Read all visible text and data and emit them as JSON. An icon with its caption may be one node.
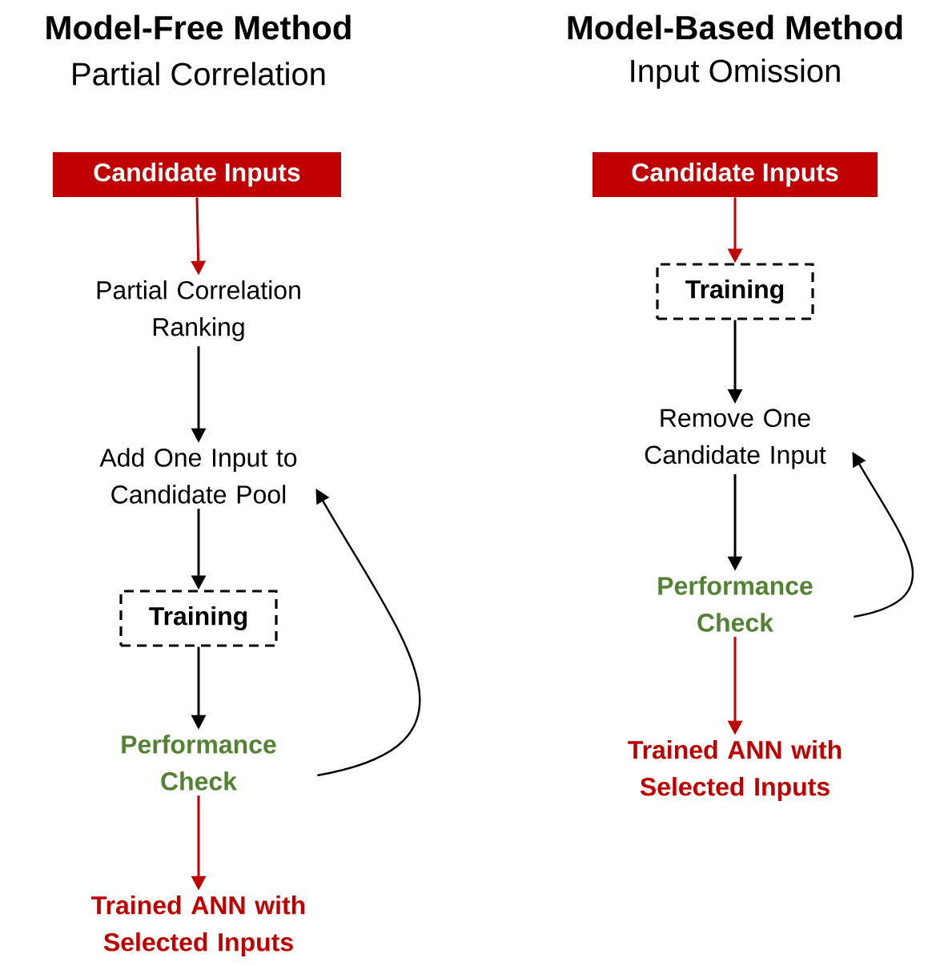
{
  "diagram": {
    "labels": [
      "Model-Free Method",
      "Partial Correlation",
      "Model-Based Method",
      "Input Omission"
    ],
    "nodes": [
      {
        "text": [
          "Candidate Inputs"
        ]
      },
      {
        "text": [
          "Partial Correlation Ranking"
        ]
      },
      {
        "text": [
          "Add One Input to Candidate Pool"
        ]
      },
      {
        "text": [
          "Training"
        ]
      },
      {
        "text": [
          "Performance Check"
        ]
      },
      {
        "text": [
          "Trained ANN with Selected Inputs"
        ]
      },
      {
        "text": [
          "Candidate Inputs"
        ]
      },
      {
        "text": [
          "Training"
        ]
      },
      {
        "text": [
          "Remove One Candidate Input"
        ]
      },
      {
        "text": [
          "Performance Check"
        ]
      },
      {
        "text": [
          "Trained ANN with Selected Inputs"
        ]
      }
    ],
    "edges": [
      {
        "from": 0,
        "to": 1,
        "arrow": "to",
        "color": "#c00000"
      },
      {
        "from": 1,
        "to": 2,
        "arrow": "to"
      },
      {
        "from": 2,
        "to": 3,
        "arrow": "to"
      },
      {
        "from": 3,
        "to": 4,
        "arrow": "to"
      },
      {
        "from": 4,
        "to": 2,
        "arrow": "to"
      },
      {
        "from": 4,
        "to": 5,
        "arrow": "to",
        "color": "#c00000"
      },
      {
        "from": 6,
        "to": 7,
        "arrow": "to",
        "color": "#c00000"
      },
      {
        "from": 7,
        "to": 8,
        "arrow": "to"
      },
      {
        "from": 8,
        "to": 9,
        "arrow": "to"
      },
      {
        "from": 9,
        "to": 8,
        "arrow": "to"
      },
      {
        "from": 9,
        "to": 10,
        "arrow": "to",
        "color": "#c00000"
      }
    ]
  }
}
